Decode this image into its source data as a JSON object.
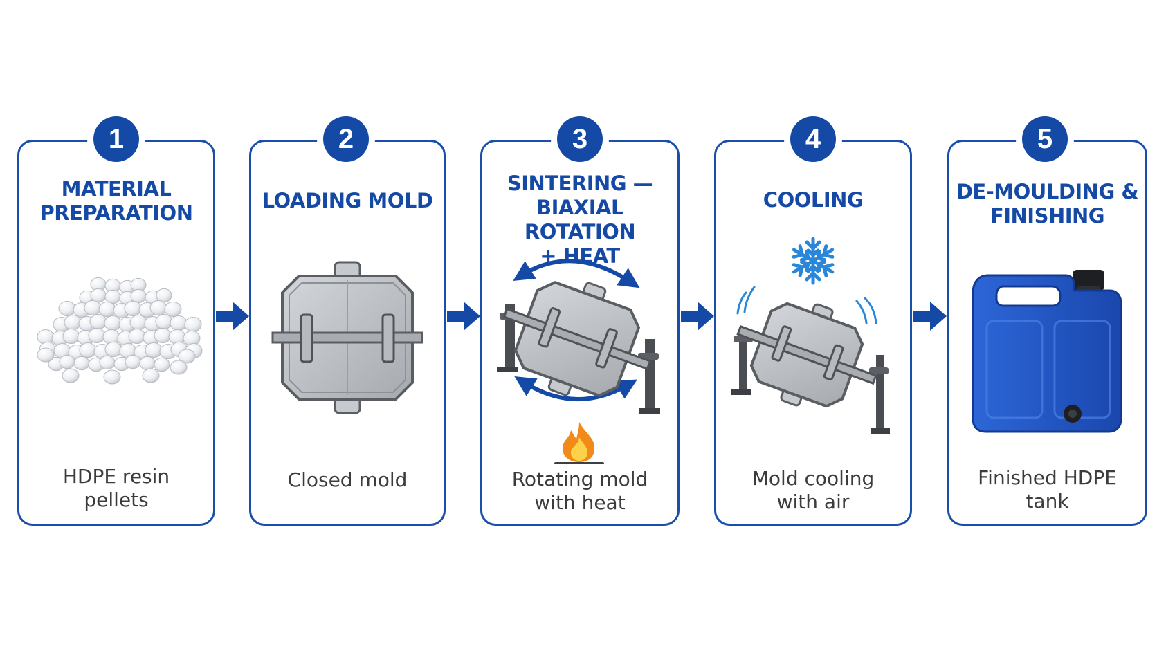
{
  "colors": {
    "primary": "#1549a6",
    "card_border": "#1a4ea8",
    "caption_text": "#3c3c3c",
    "mold_gray": "#b9bcc0",
    "tank_blue": "#1f56c9",
    "flame_orange": "#f28a1a"
  },
  "steps": [
    {
      "number": "1",
      "title": "MATERIAL\nPREPARATION",
      "caption": "HDPE resin\npellets",
      "icon": "resin-pellets-icon"
    },
    {
      "number": "2",
      "title": "LOADING MOLD",
      "caption": "Closed mold",
      "icon": "closed-mold-icon"
    },
    {
      "number": "3",
      "title": "SINTERING —\nBIAXIAL ROTATION\n+ HEAT",
      "caption": "Rotating mold\nwith heat",
      "icon": "rotating-mold-heat-icon"
    },
    {
      "number": "4",
      "title": "COOLING",
      "caption": "Mold cooling\nwith air",
      "icon": "mold-cooling-icon"
    },
    {
      "number": "5",
      "title": "DE-MOULDING &\nFINISHING",
      "caption": "Finished HDPE\ntank",
      "icon": "hdpe-tank-icon"
    }
  ]
}
